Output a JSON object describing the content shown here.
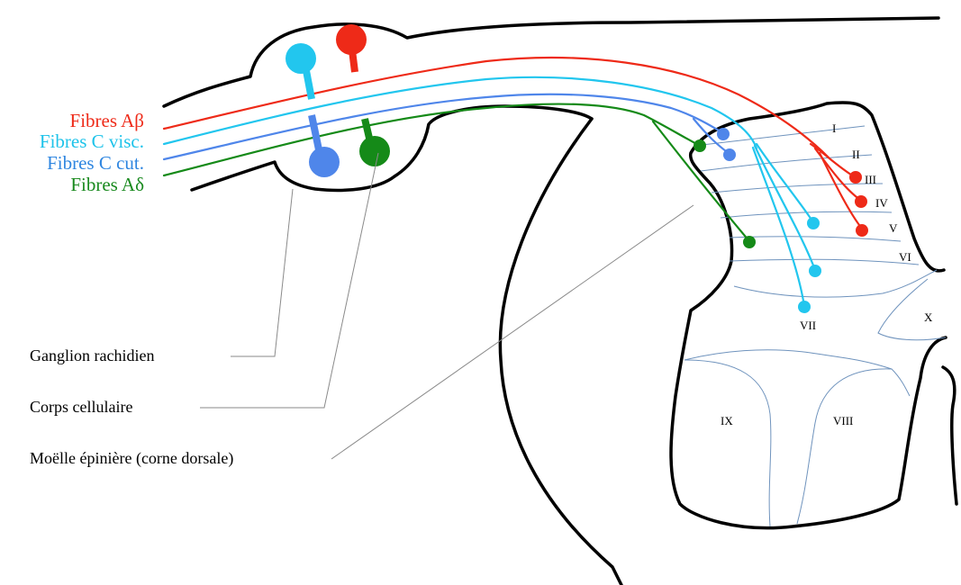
{
  "fiber_labels": [
    {
      "text": "Fibres Aβ",
      "color": "#ee2a18"
    },
    {
      "text": "Fibres C visc.",
      "color": "#1ec3ea"
    },
    {
      "text": "Fibres C cut.",
      "color": "#2f86e0"
    },
    {
      "text": "Fibres Aδ",
      "color": "#1a8a1f"
    }
  ],
  "annotations": {
    "ganglion": "Ganglion rachidien",
    "cell_body": "Corps cellulaire",
    "spinal_cord": "Moëlle épinière (corne dorsale)"
  },
  "laminae": [
    "I",
    "II",
    "III",
    "IV",
    "V",
    "VI",
    "VII",
    "VIII",
    "IX",
    "X"
  ],
  "colors": {
    "abeta": "#ee2a18",
    "c_visceral": "#22c6ee",
    "c_cutaneous": "#4f86ea",
    "adelta": "#158a18",
    "lamina_lines": "#6f93bd",
    "outline": "#000000",
    "leader": "#8a8a8a"
  }
}
